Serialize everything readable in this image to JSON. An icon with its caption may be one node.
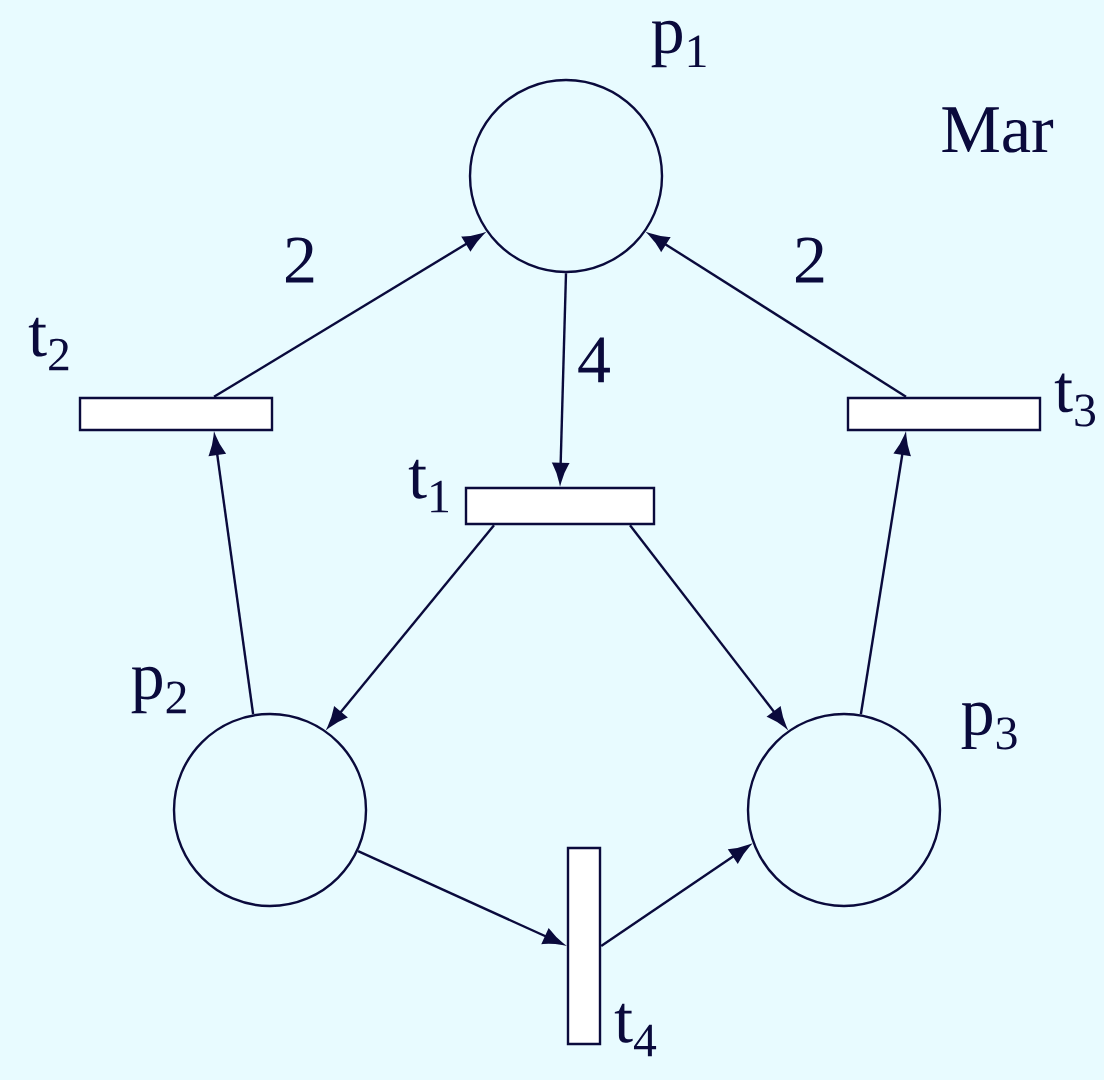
{
  "diagram": {
    "nodes": [
      {
        "text": [],
        "shape": "circle",
        "beside": [
          "p$_{1}$"
        ]
      },
      {
        "text": [],
        "shape": "bar",
        "beside": [
          "t$_{2}$"
        ]
      },
      {
        "text": [],
        "shape": "bar",
        "beside": [
          "t$_{3}$"
        ]
      },
      {
        "text": [],
        "shape": "bar",
        "beside": [
          "t$_{1}$"
        ]
      },
      {
        "text": [],
        "shape": "circle",
        "beside": [
          "p$_{2}$"
        ]
      },
      {
        "text": [],
        "shape": "circle",
        "beside": [
          "p$_{3}$"
        ]
      },
      {
        "text": [],
        "shape": "bar",
        "beside": [
          "t$_{4}$"
        ]
      }
    ],
    "edges": [
      {
        "from": 1,
        "to": 0,
        "arrow": "to",
        "label": "2"
      },
      {
        "from": 0,
        "to": 3,
        "arrow": "to",
        "label": "4"
      },
      {
        "from": 2,
        "to": 0,
        "arrow": "to",
        "label": "2"
      },
      {
        "from": 3,
        "to": 4,
        "arrow": "to"
      },
      {
        "from": 3,
        "to": 5,
        "arrow": "to"
      },
      {
        "from": 4,
        "to": 1,
        "arrow": "to"
      },
      {
        "from": 5,
        "to": 2,
        "arrow": "to"
      },
      {
        "from": 4,
        "to": 6,
        "arrow": "to"
      },
      {
        "from": 6,
        "to": 5,
        "arrow": "to"
      }
    ],
    "labels": [
      "Mar"
    ]
  }
}
